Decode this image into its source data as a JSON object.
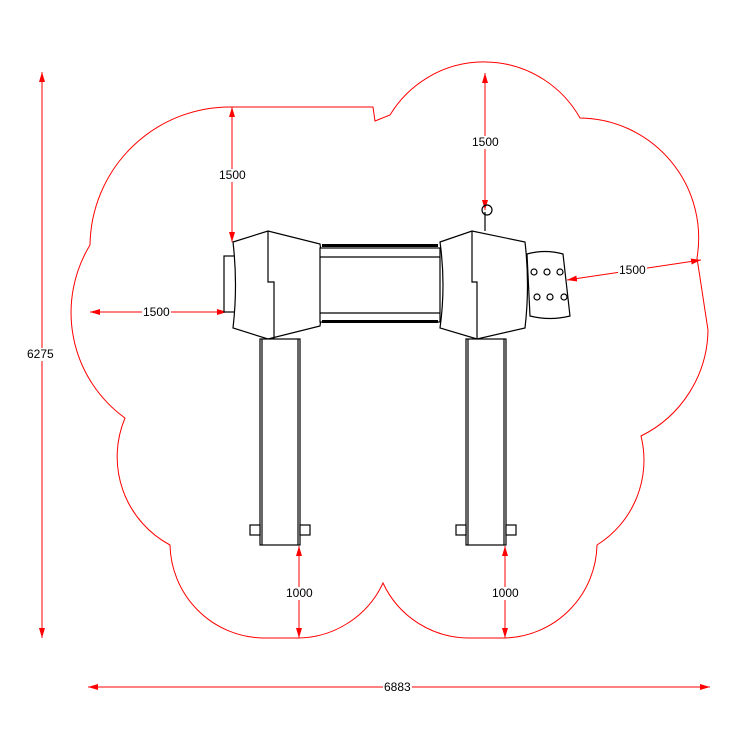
{
  "dimensions": {
    "overall_width": "6883",
    "overall_height": "6275",
    "safety_top_left": "1500",
    "safety_top_right": "1500",
    "safety_left": "1500",
    "safety_right": "1500",
    "slide_exit_left": "1000",
    "slide_exit_right": "1000"
  },
  "colors": {
    "dimension": "#ff0000",
    "outline": "#000000"
  }
}
